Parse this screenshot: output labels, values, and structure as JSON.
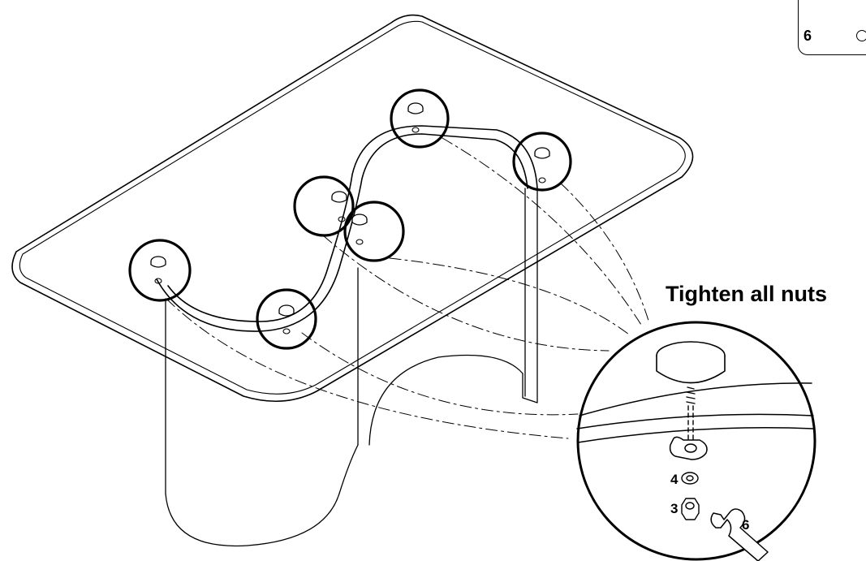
{
  "instruction": "Tighten all nuts",
  "step_number": "6",
  "parts": {
    "washer": "4",
    "nut": "3",
    "wrench": "6"
  }
}
